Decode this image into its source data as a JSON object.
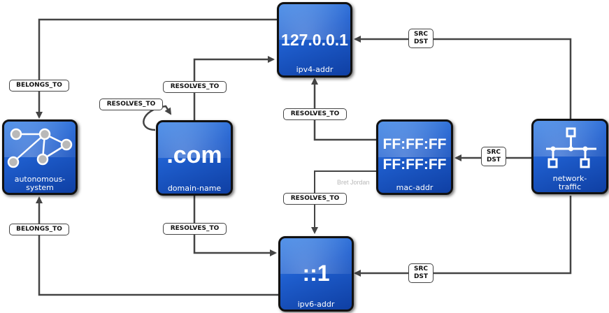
{
  "nodes": {
    "ipv4": {
      "value": "127.0.0.1",
      "label": "ipv4-addr"
    },
    "ipv6": {
      "value": "::1",
      "label": "ipv6-addr"
    },
    "domain": {
      "value": ".com",
      "label": "domain-name"
    },
    "mac": {
      "value_line1": "FF:FF:FF",
      "value_line2": "FF:FF:FF",
      "label": "mac-addr"
    },
    "as": {
      "label_line1": "autonomous-",
      "label_line2": "system",
      "icon": "network-graph-icon"
    },
    "traffic": {
      "label_line1": "network-",
      "label_line2": "traffic",
      "icon": "network-topology-icon"
    }
  },
  "edges": {
    "belongs_to_top": "BELONGS_TO",
    "belongs_to_bottom": "BELONGS_TO",
    "resolves_self": "RESOLVES_TO",
    "resolves_domain_ipv4": "RESOLVES_TO",
    "resolves_domain_ipv6": "RESOLVES_TO",
    "resolves_ipv4_mac": "RESOLVES_TO",
    "resolves_ipv6_mac": "RESOLVES_TO",
    "traffic_ipv4": {
      "line1": "SRC",
      "line2": "DST"
    },
    "traffic_mac": {
      "line1": "SRC",
      "line2": "DST"
    },
    "traffic_ipv6": {
      "line1": "SRC",
      "line2": "DST"
    }
  },
  "credit": "Bret Jordan",
  "colors": {
    "node_blue": "#1f5fcf",
    "edge": "#444444"
  }
}
